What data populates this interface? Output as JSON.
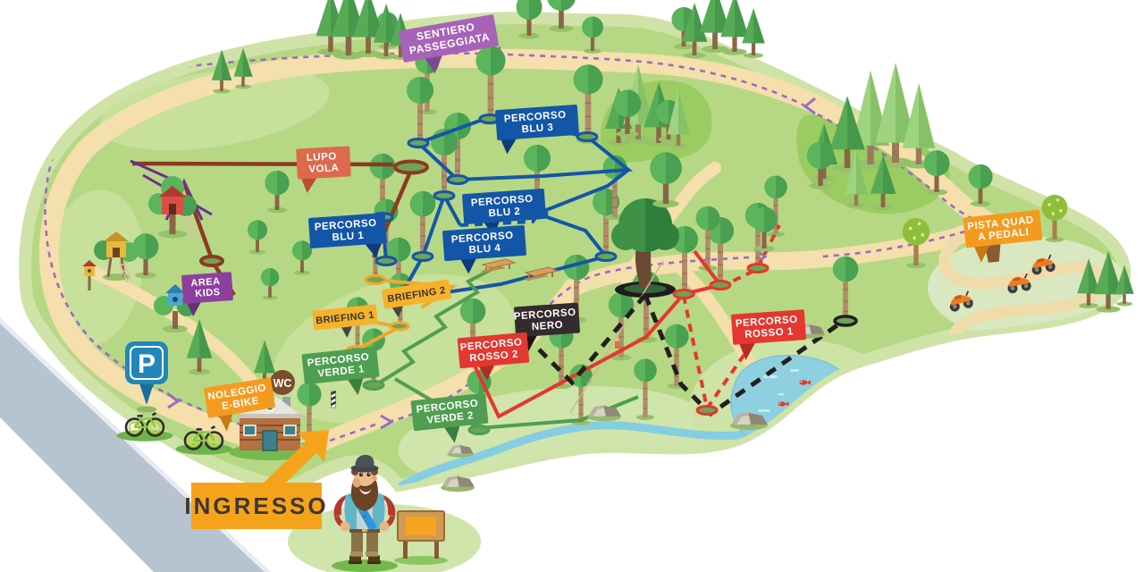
{
  "labels": {
    "sentiero_passeggiata": {
      "line1": "SENTIERO",
      "line2": "PASSEGGIATA"
    },
    "percorso_blu_1": {
      "line1": "PERCORSO",
      "line2": "BLU 1"
    },
    "percorso_blu_2": {
      "line1": "PERCORSO",
      "line2": "BLU 2"
    },
    "percorso_blu_3": {
      "line1": "PERCORSO",
      "line2": "BLU 3"
    },
    "percorso_blu_4": {
      "line1": "PERCORSO",
      "line2": "BLU 4"
    },
    "lupo_vola": {
      "line1": "LUPO",
      "line2": "VOLA"
    },
    "area_kids": {
      "line1": "AREA",
      "line2": "KIDS"
    },
    "briefing_1": {
      "line1": "BRIEFING 1"
    },
    "briefing_2": {
      "line1": "BRIEFING 2"
    },
    "percorso_nero": {
      "line1": "PERCORSO",
      "line2": "NERO"
    },
    "percorso_verde_1": {
      "line1": "PERCORSO",
      "line2": "VERDE 1"
    },
    "percorso_verde_2": {
      "line1": "PERCORSO",
      "line2": "VERDE 2"
    },
    "percorso_rosso_1": {
      "line1": "PERCORSO",
      "line2": "ROSSO 1"
    },
    "percorso_rosso_2": {
      "line1": "PERCORSO",
      "line2": "ROSSO 2"
    },
    "noleggio_ebike": {
      "line1": "NOLEGGIO",
      "line2": "E-BIKE"
    },
    "pista_quad": {
      "line1": "PISTA QUAD",
      "line2": "A PEDALI"
    },
    "wc": "WC",
    "parking": "P",
    "ingresso": "INGRESSO"
  },
  "colors": {
    "blu": "#1356a8",
    "rosso": "#e4372f",
    "verde": "#4f9e52",
    "nero": "#221e20",
    "giallo_briefing": "#f3b02a",
    "viola_sentiero": "#a763b8",
    "viola_area_kids": "#8e3f9e",
    "arancio": "#f49b1f",
    "lupo_vola": "#dd6a4d",
    "marrone_lupo": "#8c3a21",
    "grass": "#b6d884",
    "path": "#f5dfac",
    "water": "#8ed0df",
    "road": "#b7c4d0"
  }
}
